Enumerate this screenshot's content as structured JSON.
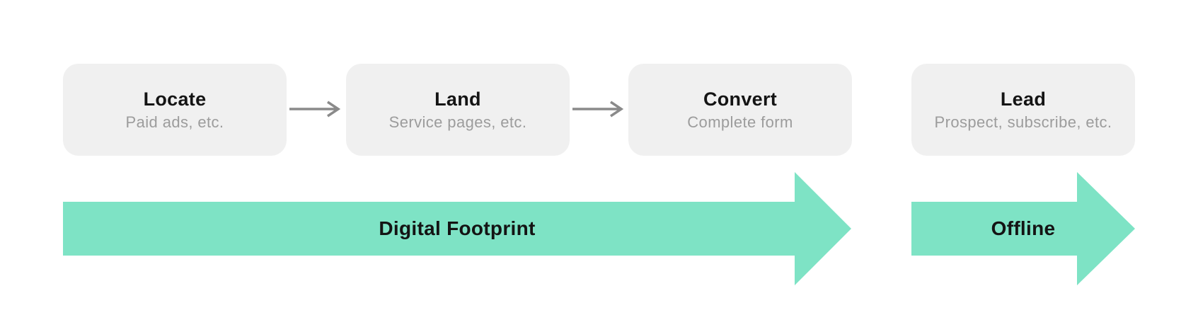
{
  "palette": {
    "green": "#7ee3c5",
    "box_bg": "#f0f0f0",
    "title_color": "#141414",
    "subtitle_color": "#9c9c9c",
    "connector_gray": "#8a8a8a"
  },
  "stages": [
    {
      "title": "Locate",
      "subtitle": "Paid ads, etc."
    },
    {
      "title": "Land",
      "subtitle": "Service pages, etc."
    },
    {
      "title": "Convert",
      "subtitle": "Complete form"
    },
    {
      "title": "Lead",
      "subtitle": "Prospect, subscribe, etc."
    }
  ],
  "phases": [
    {
      "label": "Digital Footprint"
    },
    {
      "label": "Offline"
    }
  ]
}
